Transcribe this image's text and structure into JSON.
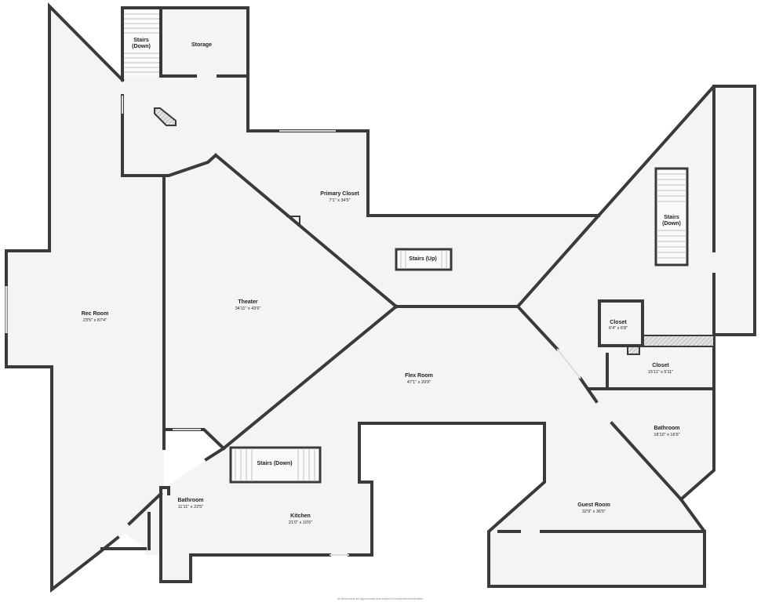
{
  "plan": {
    "rooms": [
      {
        "id": "stairs-down-top",
        "name": "Stairs\n(Down)",
        "dims": ""
      },
      {
        "id": "storage",
        "name": "Storage",
        "dims": ""
      },
      {
        "id": "primary-closet",
        "name": "Primary Closet",
        "dims": "7'1\" x 34'5\""
      },
      {
        "id": "stairs-up",
        "name": "Stairs (Up)",
        "dims": ""
      },
      {
        "id": "stairs-down-right",
        "name": "Stairs\n(Down)",
        "dims": ""
      },
      {
        "id": "rec-room",
        "name": "Rec Room",
        "dims": "23'5\" x 87'4\""
      },
      {
        "id": "theater",
        "name": "Theater",
        "dims": "34'11\" x 43'6\""
      },
      {
        "id": "closet-small",
        "name": "Closet",
        "dims": "6'4\" x 6'8\""
      },
      {
        "id": "closet-wide",
        "name": "Closet",
        "dims": "15'11\" x 5'11\""
      },
      {
        "id": "flex-room",
        "name": "Flex Room",
        "dims": "47'1\" x 20'9\""
      },
      {
        "id": "bathroom-right",
        "name": "Bathroom",
        "dims": "18'10\" x 16'6\""
      },
      {
        "id": "stairs-down-bottom",
        "name": "Stairs (Down)",
        "dims": ""
      },
      {
        "id": "bathroom-left",
        "name": "Bathroom",
        "dims": "11'11\" x 22'5\""
      },
      {
        "id": "kitchen",
        "name": "Kitchen",
        "dims": "21'0\" x 10'6\""
      },
      {
        "id": "guest-room",
        "name": "Guest Room",
        "dims": "32'9\" x 36'5\""
      }
    ],
    "footnote": "All dimensions are approximate and subject to independent verification.",
    "colors": {
      "wall": "#3a3a3a",
      "floor": "#f4f4f4",
      "background": "#ffffff"
    }
  }
}
